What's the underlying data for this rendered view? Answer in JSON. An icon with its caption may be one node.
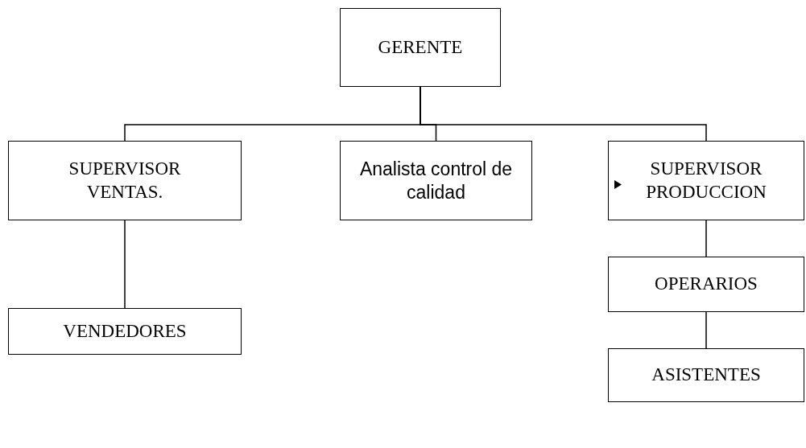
{
  "diagram": {
    "nodes": [
      {
        "text": [
          "GERENTE"
        ]
      },
      {
        "text": [
          "SUPERVISOR VENTAS."
        ]
      },
      {
        "text": [
          "Analista control de calidad"
        ]
      },
      {
        "text": [
          "SUPERVISOR PRODUCCION"
        ]
      },
      {
        "text": [
          "VENDEDORES"
        ]
      },
      {
        "text": [
          "OPERARIOS"
        ]
      },
      {
        "text": [
          "ASISTENTES"
        ]
      }
    ],
    "edges": [
      {
        "from": 0,
        "to": 1,
        "arrow": "none"
      },
      {
        "from": 0,
        "to": 2,
        "arrow": "none"
      },
      {
        "from": 0,
        "to": 3,
        "arrow": "none"
      },
      {
        "from": 1,
        "to": 4,
        "arrow": "none"
      },
      {
        "from": 3,
        "to": 5,
        "arrow": "none"
      },
      {
        "from": 5,
        "to": 6,
        "arrow": "none"
      }
    ]
  }
}
